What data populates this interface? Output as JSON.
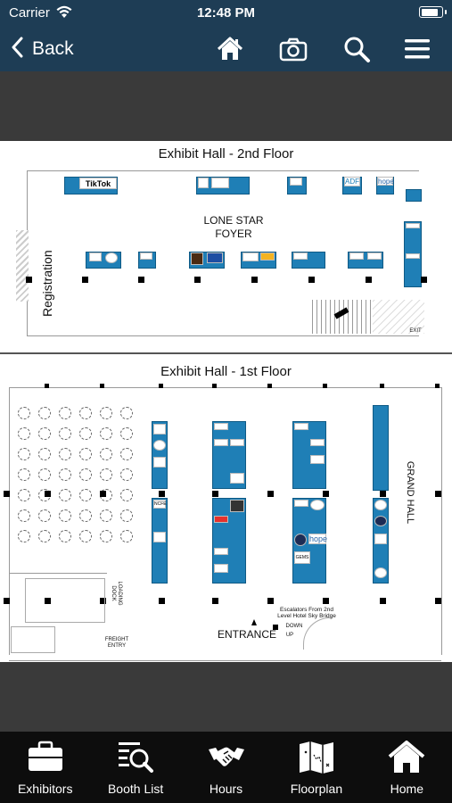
{
  "status_bar": {
    "carrier": "Carrier",
    "time": "12:48 PM",
    "battery_level": 0.9
  },
  "nav": {
    "back_label": "Back",
    "icons": [
      "home-icon",
      "camera-icon",
      "search-icon",
      "menu-icon"
    ]
  },
  "floorplan": {
    "floor2_title": "Exhibit Hall - 2nd Floor",
    "floor1_title": "Exhibit Hall - 1st Floor",
    "foyer_label_line1": "LONE STAR",
    "foyer_label_line2": "FOYER",
    "registration_label": "Registration",
    "grand_hall_label": "GRAND HALL",
    "entrance_label": "ENTRANCE",
    "escalators_line1": "Escalators From 2nd",
    "escalators_line2": "Level Hotel Sky Bridge",
    "down_label": "DOWN",
    "up_label": "UP",
    "loading_dock_label": "LOADING DOCK",
    "freight_entry_label": "FREIGHT ENTRY",
    "exit_label": "EXIT",
    "logos": {
      "tiktok": "TikTok",
      "adf": "ADF",
      "hope1": "hope",
      "hope2": "hope",
      "ncfe": "NCFE",
      "gems": "GEMS"
    }
  },
  "tabs": [
    {
      "label": "Exhibitors",
      "icon": "briefcase-icon"
    },
    {
      "label": "Booth List",
      "icon": "booth-list-icon"
    },
    {
      "label": "Hours",
      "icon": "handshake-icon"
    },
    {
      "label": "Floorplan",
      "icon": "map-icon"
    },
    {
      "label": "Home",
      "icon": "home-icon"
    }
  ],
  "colors": {
    "nav_bg": "#1e3d55",
    "booth_blue": "#1f7fb6",
    "tab_bar_bg": "#0d0d0d"
  }
}
